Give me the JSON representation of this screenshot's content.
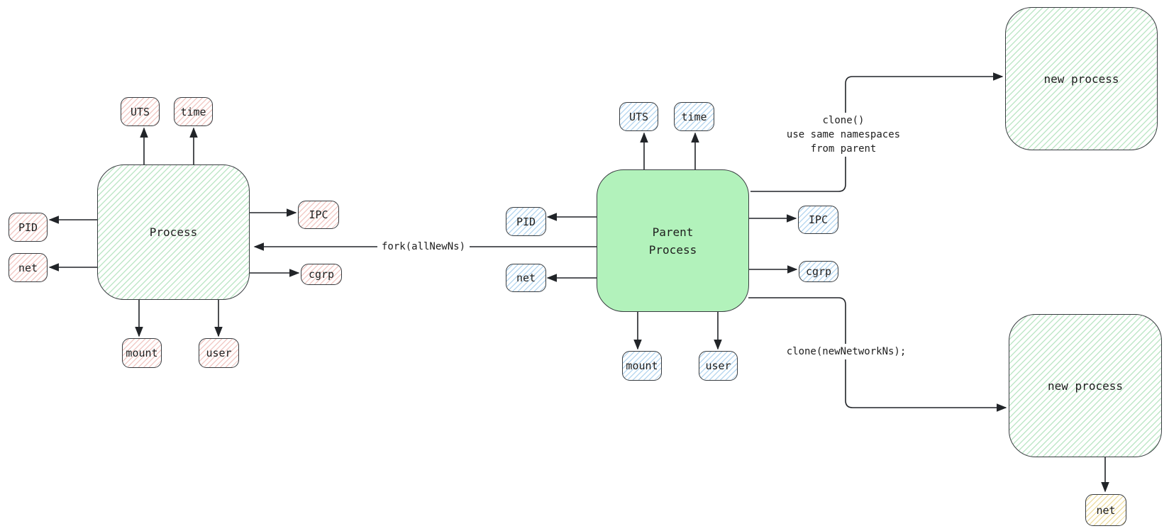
{
  "clusters": {
    "left": {
      "process": "Process",
      "pills": {
        "uts": "UTS",
        "time": "time",
        "pid": "PID",
        "net": "net",
        "ipc": "IPC",
        "cgrp": "cgrp",
        "mount": "mount",
        "user": "user"
      }
    },
    "parent": {
      "process": "Parent\nProcess",
      "pills": {
        "uts": "UTS",
        "time": "time",
        "pid": "PID",
        "net": "net",
        "ipc": "IPC",
        "cgrp": "cgrp",
        "mount": "mount",
        "user": "user"
      }
    },
    "new_top": {
      "label": "new process"
    },
    "new_bottom": {
      "label": "new process",
      "pills": {
        "net": "net"
      }
    }
  },
  "edges": {
    "fork": "fork(allNewNs)",
    "clone_top": "clone()\nuse same namespaces\nfrom parent",
    "clone_bottom": "clone(newNetworkNs);"
  },
  "colors": {
    "solid-green": "#b2f2bb",
    "hatch-green-line": "#bfe7c8",
    "hatch-red-line": "#f2cbc7",
    "hatch-blue-line": "#b9d8f0",
    "hatch-yellow-line": "#efdfa7",
    "stroke": "#383c40",
    "arrow": "#212428",
    "text": "#1e1e1e"
  }
}
